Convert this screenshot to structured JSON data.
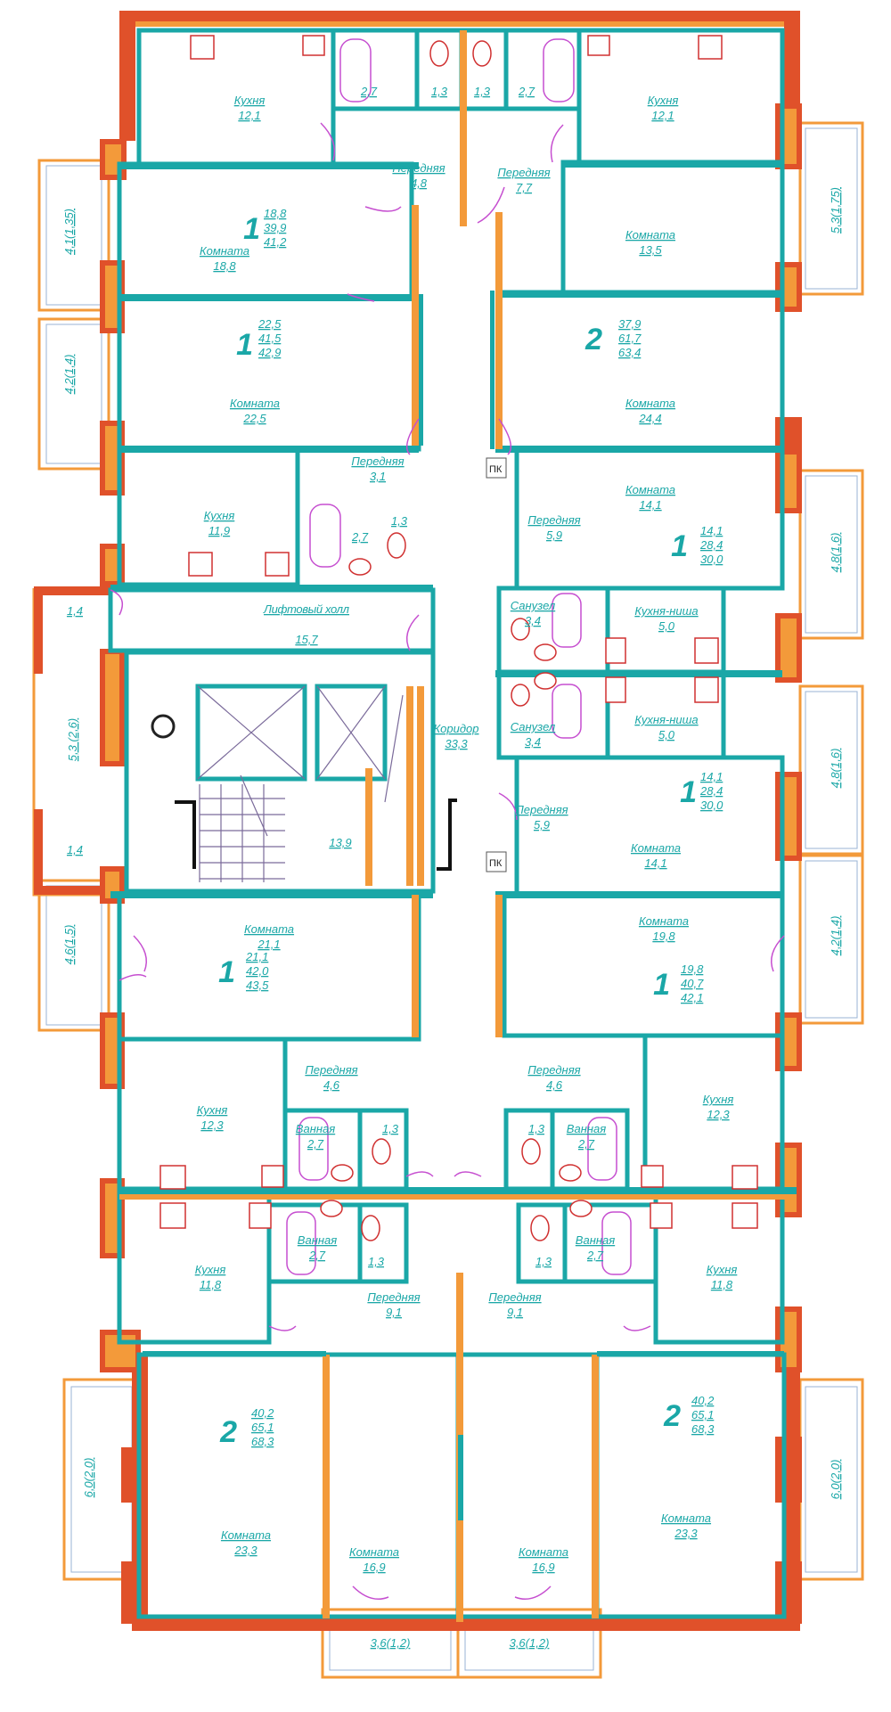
{
  "rooms": [
    {
      "id": "r1",
      "label": "Кухня",
      "area": "12,1"
    },
    {
      "id": "r2",
      "label": "",
      "area": "2,7"
    },
    {
      "id": "r3",
      "label": "",
      "area": "1,3"
    },
    {
      "id": "r4",
      "label": "",
      "area": "1,3"
    },
    {
      "id": "r5",
      "label": "",
      "area": "2,7"
    },
    {
      "id": "r6",
      "label": "Кухня",
      "area": "12,1"
    },
    {
      "id": "r7",
      "label": "Передняя",
      "area": "4,8"
    },
    {
      "id": "r8",
      "label": "Передняя",
      "area": "7,7"
    },
    {
      "id": "r9",
      "label": "Комната",
      "area": "18,8"
    },
    {
      "id": "r10",
      "label": "Комната",
      "area": "13,5"
    },
    {
      "id": "r11",
      "label": "Комната",
      "area": "22,5"
    },
    {
      "id": "r12",
      "label": "Комната",
      "area": "24,4"
    },
    {
      "id": "r13",
      "label": "Передняя",
      "area": "3,1"
    },
    {
      "id": "r14",
      "label": "Кухня",
      "area": "11,9"
    },
    {
      "id": "r15",
      "label": "",
      "area": "2,7"
    },
    {
      "id": "r16",
      "label": "",
      "area": "1,3"
    },
    {
      "id": "r17",
      "label": "Комната",
      "area": "14,1"
    },
    {
      "id": "r18",
      "label": "Передняя",
      "area": "5,9"
    },
    {
      "id": "r19",
      "label": "Лифтовый холл",
      "area": "15,7"
    },
    {
      "id": "r20",
      "label": "Санузел",
      "area": "3,4"
    },
    {
      "id": "r21",
      "label": "Кухня-ниша",
      "area": "5,0"
    },
    {
      "id": "r22",
      "label": "Санузел",
      "area": "3,4"
    },
    {
      "id": "r23",
      "label": "Кухня-ниша",
      "area": "5,0"
    },
    {
      "id": "r24",
      "label": "Коридор",
      "area": "33,3"
    },
    {
      "id": "r25",
      "label": "",
      "area": "13,9"
    },
    {
      "id": "r26",
      "label": "Передняя",
      "area": "5,9"
    },
    {
      "id": "r27",
      "label": "Комната",
      "area": "14,1"
    },
    {
      "id": "r28",
      "label": "Комната",
      "area": "21,1"
    },
    {
      "id": "r29",
      "label": "Комната",
      "area": "19,8"
    },
    {
      "id": "r30",
      "label": "Передняя",
      "area": "4,6"
    },
    {
      "id": "r31",
      "label": "Передняя",
      "area": "4,6"
    },
    {
      "id": "r32",
      "label": "Кухня",
      "area": "12,3"
    },
    {
      "id": "r33",
      "label": "Ванная",
      "area": "2,7"
    },
    {
      "id": "r34",
      "label": "",
      "area": "1,3"
    },
    {
      "id": "r35",
      "label": "",
      "area": "1,3"
    },
    {
      "id": "r36",
      "label": "Ванная",
      "area": "2,7"
    },
    {
      "id": "r37",
      "label": "Кухня",
      "area": "12,3"
    },
    {
      "id": "r38",
      "label": "Ванная",
      "area": "2,7"
    },
    {
      "id": "r39",
      "label": "Ванная",
      "area": "2,7"
    },
    {
      "id": "r40",
      "label": "Кухня",
      "area": "11,8"
    },
    {
      "id": "r41",
      "label": "",
      "area": "1,3"
    },
    {
      "id": "r42",
      "label": "",
      "area": "1,3"
    },
    {
      "id": "r43",
      "label": "Кухня",
      "area": "11,8"
    },
    {
      "id": "r44",
      "label": "Передняя",
      "area": "9,1"
    },
    {
      "id": "r45",
      "label": "Передняя",
      "area": "9,1"
    },
    {
      "id": "r46",
      "label": "Комната",
      "area": "23,3"
    },
    {
      "id": "r47",
      "label": "Комната",
      "area": "16,9"
    },
    {
      "id": "r48",
      "label": "Комната",
      "area": "16,9"
    },
    {
      "id": "r49",
      "label": "Комната",
      "area": "23,3"
    }
  ],
  "apartments": [
    {
      "id": "a1",
      "rooms": "1",
      "living": "18,8",
      "total": "39,9",
      "with_balcony": "41,2"
    },
    {
      "id": "a2",
      "rooms": "1",
      "living": "22,5",
      "total": "41,5",
      "with_balcony": "42,9"
    },
    {
      "id": "a3",
      "rooms": "2",
      "living": "37,9",
      "total": "61,7",
      "with_balcony": "63,4"
    },
    {
      "id": "a4",
      "rooms": "1",
      "living": "14,1",
      "total": "28,4",
      "with_balcony": "30,0"
    },
    {
      "id": "a5",
      "rooms": "1",
      "living": "14,1",
      "total": "28,4",
      "with_balcony": "30,0"
    },
    {
      "id": "a6",
      "rooms": "1",
      "living": "21,1",
      "total": "42,0",
      "with_balcony": "43,5"
    },
    {
      "id": "a7",
      "rooms": "1",
      "living": "19,8",
      "total": "40,7",
      "with_balcony": "42,1"
    },
    {
      "id": "a8",
      "rooms": "2",
      "living": "40,2",
      "total": "65,1",
      "with_balcony": "68,3"
    },
    {
      "id": "a9",
      "rooms": "2",
      "living": "40,2",
      "total": "65,1",
      "with_balcony": "68,3"
    }
  ],
  "balconies": [
    {
      "id": "b1",
      "label": "4,1(1,35)"
    },
    {
      "id": "b2",
      "label": "4,2(1,4)"
    },
    {
      "id": "b3",
      "label": "1,4"
    },
    {
      "id": "b4",
      "label": "5,3 (2,6)"
    },
    {
      "id": "b5",
      "label": "1,4"
    },
    {
      "id": "b6",
      "label": "4,6(1,5)"
    },
    {
      "id": "b7",
      "label": "6,0(2,0)"
    },
    {
      "id": "b8",
      "label": "5,3(1,75)"
    },
    {
      "id": "b9",
      "label": "4,8(1,6)"
    },
    {
      "id": "b10",
      "label": "4,8(1,6)"
    },
    {
      "id": "b11",
      "label": "4,2(1,4)"
    },
    {
      "id": "b12",
      "label": "6,0(2,0)"
    },
    {
      "id": "b13",
      "label": "3,6(1,2)"
    },
    {
      "id": "b14",
      "label": "3,6(1,2)"
    }
  ],
  "shafts": [
    {
      "id": "pk1",
      "label": "ПК"
    },
    {
      "id": "pk2",
      "label": "ПК"
    }
  ],
  "colors": {
    "outer_wall": "#e0512a",
    "wall_fill": "#f39a3a",
    "room_line": "#1aa7a7",
    "door": "#c64fd0",
    "fixture": "#d03030"
  }
}
